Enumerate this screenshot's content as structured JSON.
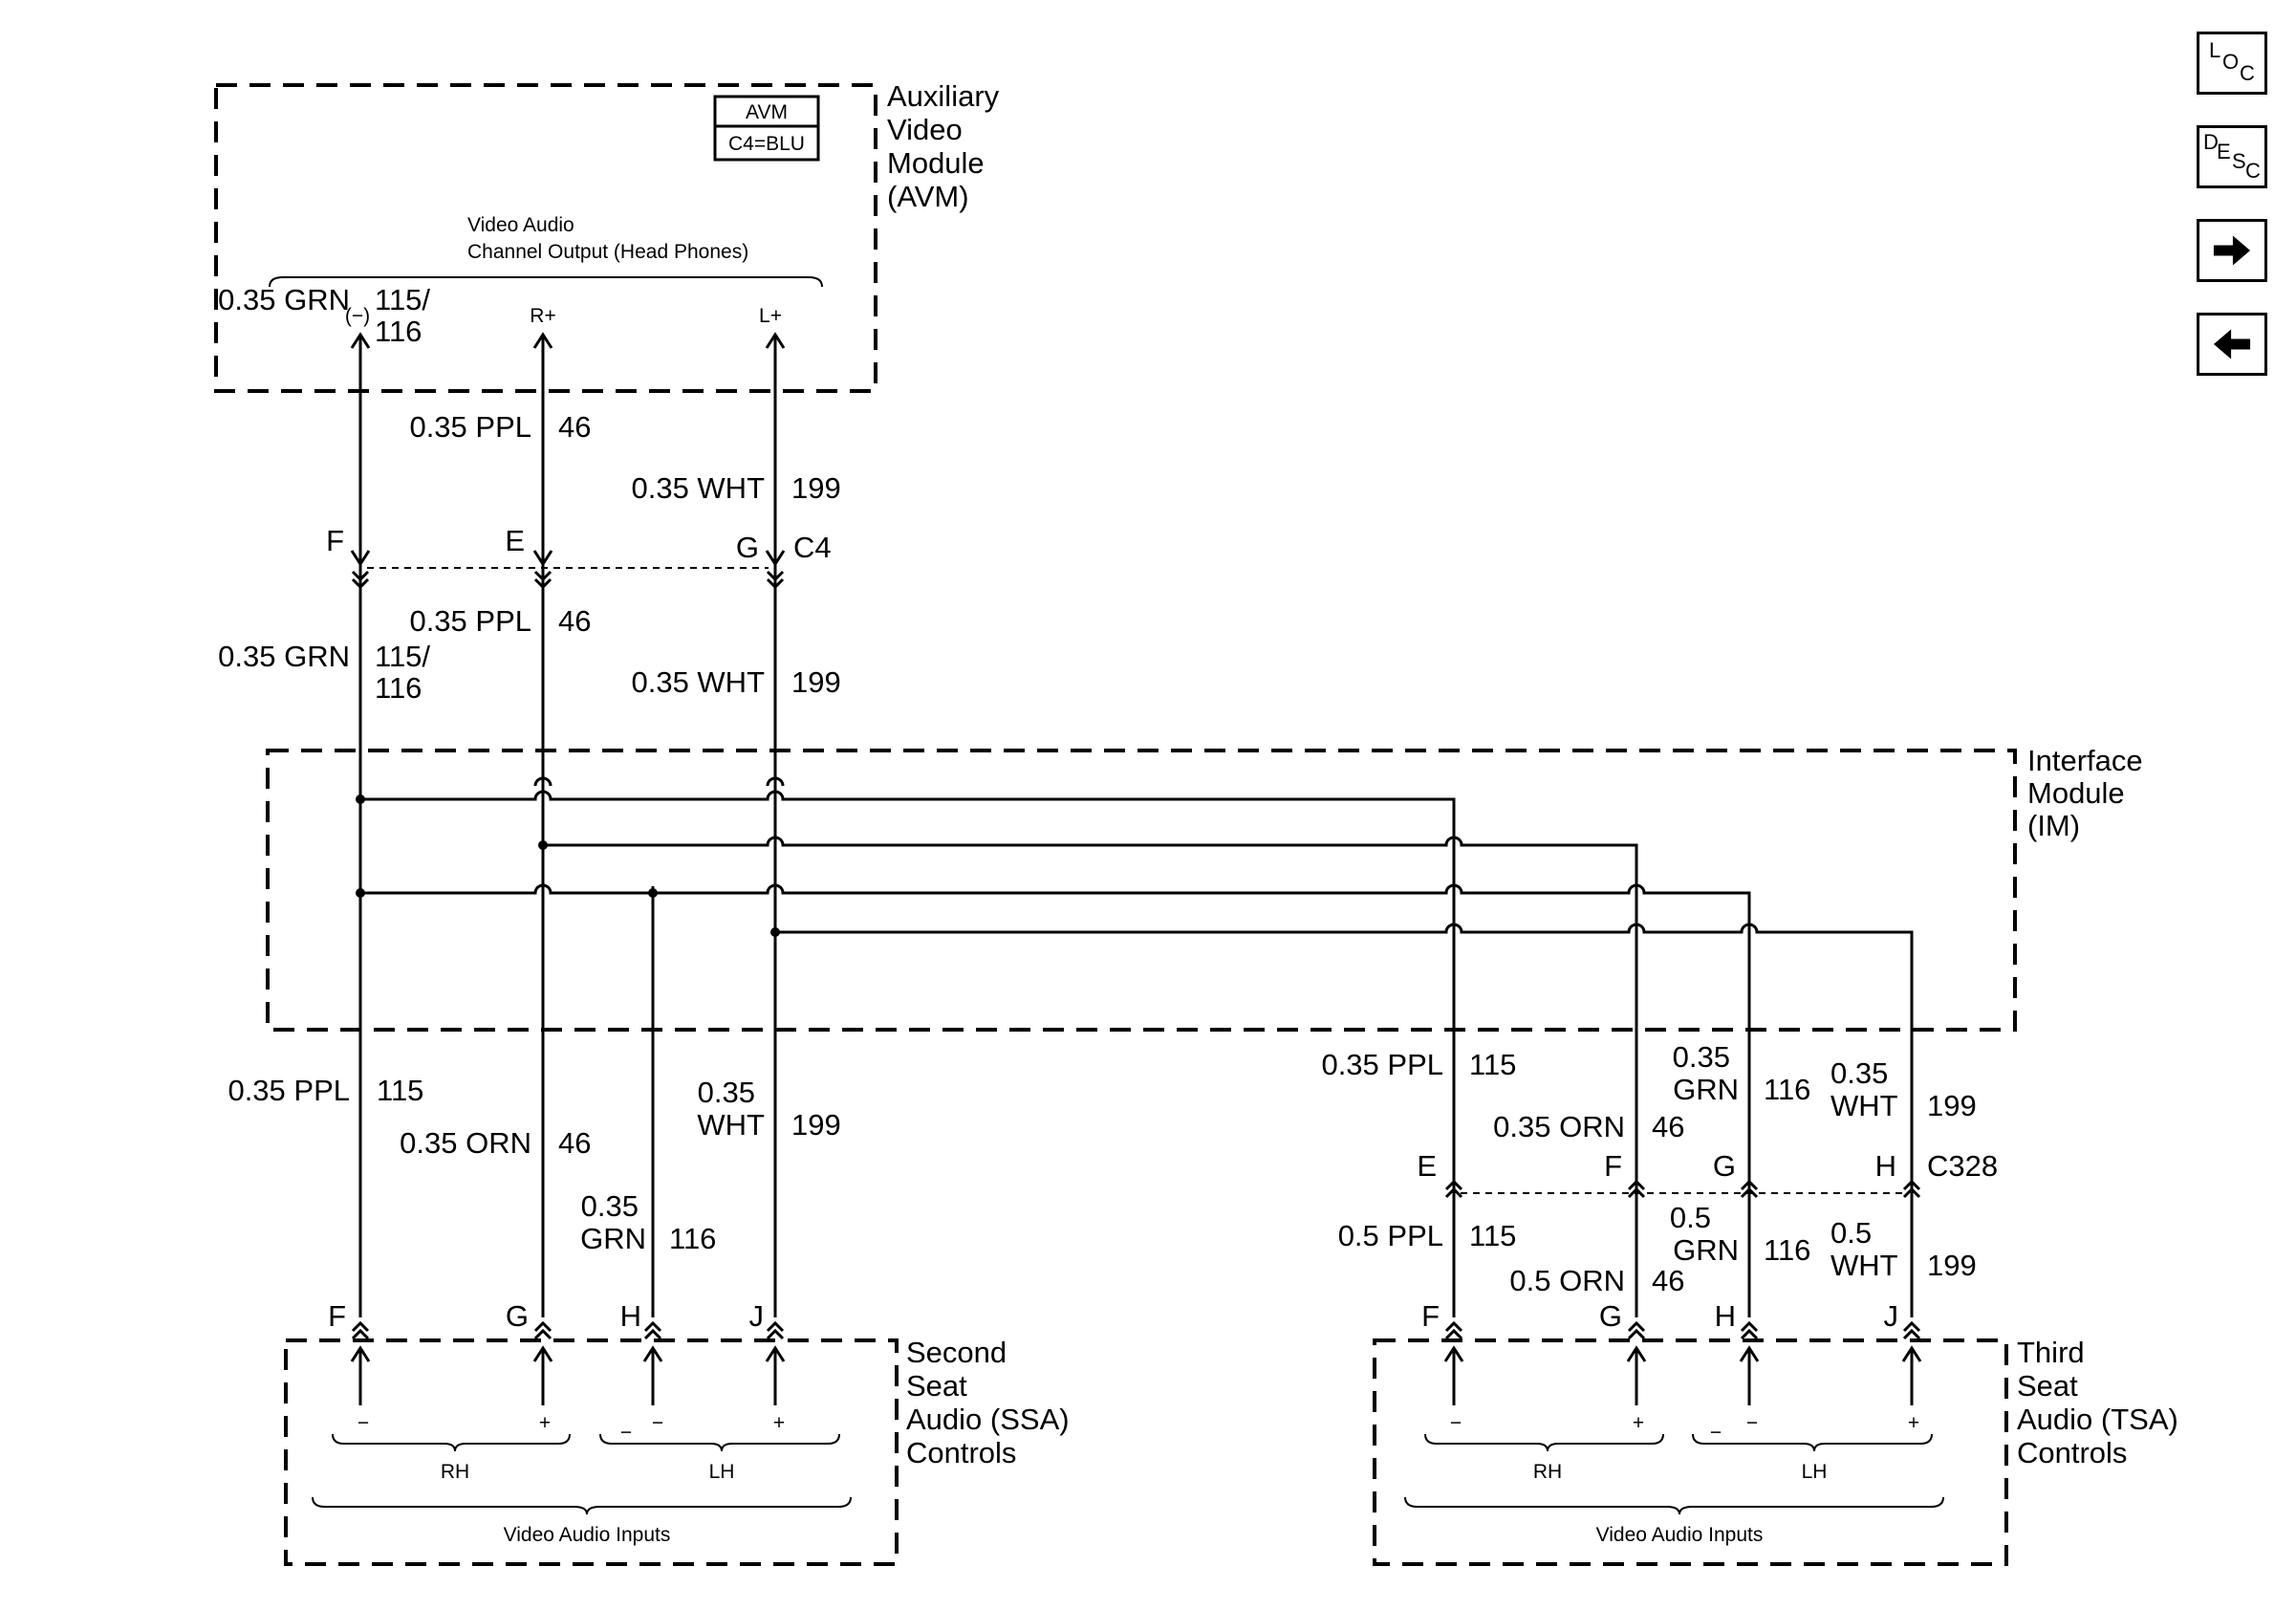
{
  "modules": {
    "avm": {
      "name_lines": [
        "Auxiliary",
        "Video",
        "Module",
        "(AVM)"
      ],
      "tag": "AVM",
      "connector_tag": "C4=BLU",
      "output_lines": [
        "Video Audio",
        "Channel Output (Head Phones)"
      ],
      "pins": [
        "(−)",
        "R+",
        "L+"
      ]
    },
    "im": {
      "name_lines": [
        "Interface",
        "Module",
        "(IM)"
      ]
    },
    "ssa": {
      "name_lines": [
        "Second",
        "Seat",
        "Audio (SSA)",
        "Controls"
      ],
      "pin_signs": [
        "−",
        "+",
        "−",
        "−",
        "+"
      ],
      "group_labels": [
        "RH",
        "LH"
      ],
      "inputs_label": "Video Audio Inputs"
    },
    "tsa": {
      "name_lines": [
        "Third",
        "Seat",
        "Audio (TSA)",
        "Controls"
      ],
      "pin_signs": [
        "−",
        "+",
        "−",
        "−",
        "+"
      ],
      "group_labels": [
        "RH",
        "LH"
      ],
      "inputs_label": "Video Audio Inputs"
    }
  },
  "connectors": {
    "c4": {
      "name": "C4",
      "pins": [
        "F",
        "E",
        "G"
      ]
    },
    "c328": {
      "name": "C328",
      "pins": [
        "E",
        "F",
        "G",
        "H"
      ]
    },
    "ssa_pins": [
      "F",
      "G",
      "H",
      "J"
    ],
    "tsa_pins": [
      "F",
      "G",
      "H",
      "J"
    ]
  },
  "wires": {
    "avm_top": [
      {
        "label": "0.35 GRN",
        "circuit": [
          "115/",
          "116"
        ]
      },
      {
        "label": "0.35 PPL",
        "circuit": [
          "46"
        ]
      },
      {
        "label": "0.35 WHT",
        "circuit": [
          "199"
        ]
      }
    ],
    "avm_bottom": [
      {
        "label": "0.35 GRN",
        "circuit": [
          "115/",
          "116"
        ]
      },
      {
        "label": "0.35 PPL",
        "circuit": [
          "46"
        ]
      },
      {
        "label": "0.35 WHT",
        "circuit": [
          "199"
        ]
      }
    ],
    "ssa": [
      {
        "label": [
          "0.35 PPL"
        ],
        "circuit": "115"
      },
      {
        "label": [
          "0.35 ORN"
        ],
        "circuit": "46"
      },
      {
        "label": [
          "0.35",
          "GRN"
        ],
        "circuit": "116"
      },
      {
        "label": [
          "0.35",
          "WHT"
        ],
        "circuit": "199"
      }
    ],
    "tsa_top": [
      {
        "label": [
          "0.35 PPL"
        ],
        "circuit": "115"
      },
      {
        "label": [
          "0.35 ORN"
        ],
        "circuit": "46"
      },
      {
        "label": [
          "0.35",
          "GRN"
        ],
        "circuit": "116"
      },
      {
        "label": [
          "0.35",
          "WHT"
        ],
        "circuit": "199"
      }
    ],
    "tsa_bottom": [
      {
        "label": [
          "0.5 PPL"
        ],
        "circuit": "115"
      },
      {
        "label": [
          "0.5 ORN"
        ],
        "circuit": "46"
      },
      {
        "label": [
          "0.5",
          "GRN"
        ],
        "circuit": "116"
      },
      {
        "label": [
          "0.5",
          "WHT"
        ],
        "circuit": "199"
      }
    ]
  },
  "nav": [
    {
      "name": "loc",
      "chars": [
        "L",
        "O",
        "C"
      ]
    },
    {
      "name": "desc",
      "chars": [
        "D",
        "E",
        "S",
        "C"
      ]
    },
    {
      "name": "next",
      "icon": "arrow-right-icon"
    },
    {
      "name": "prev",
      "icon": "arrow-left-icon"
    }
  ]
}
